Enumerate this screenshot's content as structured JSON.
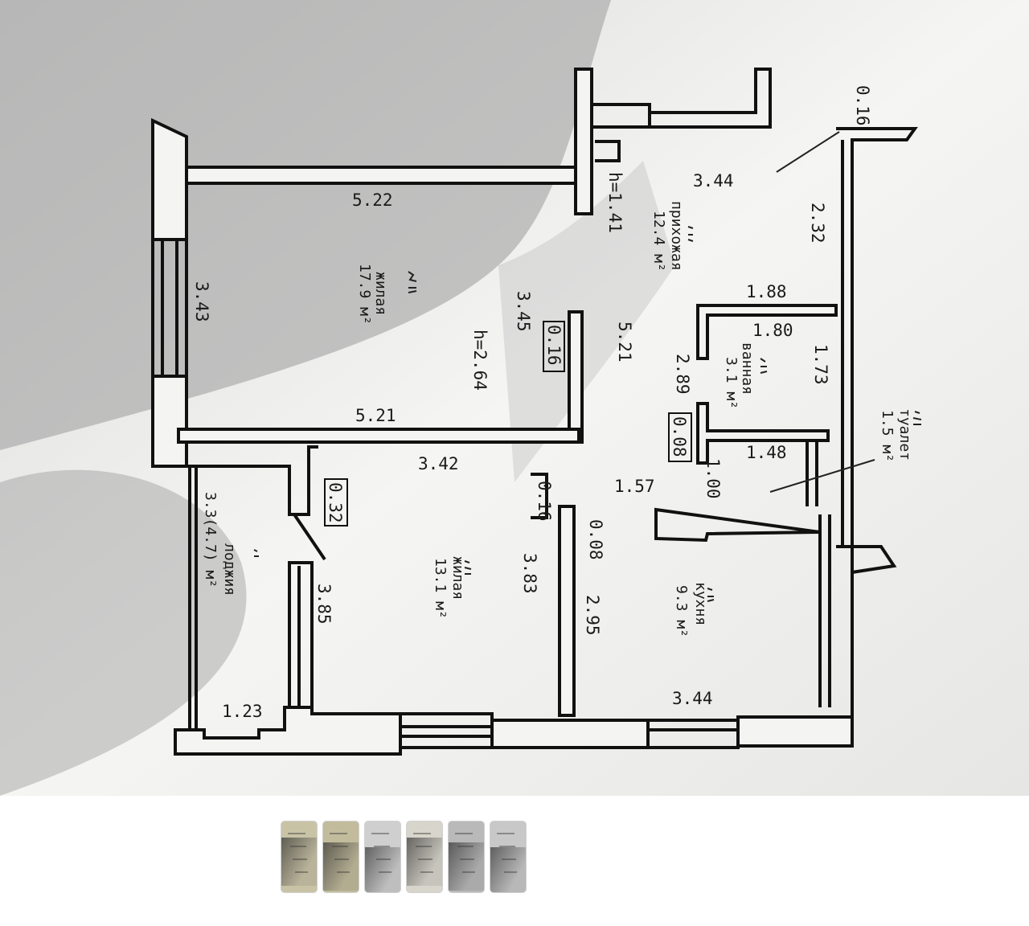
{
  "plan": {
    "dims": {
      "d0_16_top": "0.16",
      "d3_44_top": "3.44",
      "d2_32": "2.32",
      "d5_22": "5.22",
      "h1_41": "h=1.41",
      "d3_43": "3.43",
      "d3_45": "3.45",
      "d0_16_mid": "0.16",
      "h2_64": "h=2.64",
      "d5_21_right": "5.21",
      "d1_88": "1.88",
      "d1_80": "1.80",
      "d1_73": "1.73",
      "d2_89": "2.89",
      "d5_21_bottom": "5.21",
      "d0_08_a": "0.08",
      "d1_48": "1.48",
      "d1_00": "1.00",
      "d3_42": "3.42",
      "d0_32": "0.32",
      "d0_16_low": "0.16",
      "d1_57": "1.57",
      "d0_08_b": "0.08",
      "d3_83": "3.83",
      "d2_95": "2.95",
      "d3_85": "3.85",
      "d1_23": "1.23",
      "d3_44_bottom": "3.44"
    },
    "rooms": {
      "living_big_name": "жилая",
      "living_big_area": "17.9 м²",
      "hall_name": "прихожая",
      "hall_area": "12.4 м²",
      "bath_name": "ванная",
      "bath_area": "3.1 м²",
      "toilet_name": "туалет",
      "toilet_area": "1.5 м²",
      "loggia_name": "лоджия",
      "loggia_area": "3.3(4.7) м²",
      "living_small_name": "жилая",
      "living_small_area": "13.1 м²",
      "kitchen_name": "кухня",
      "kitchen_area": "9.3 м²"
    }
  },
  "gallery": {
    "thumbnail_count": 6,
    "colors": {
      "wall": "#111111",
      "paper": "#f2f2f0",
      "shadow": "#8e8e8e",
      "thumb_bg": "#e9e6d6"
    }
  }
}
